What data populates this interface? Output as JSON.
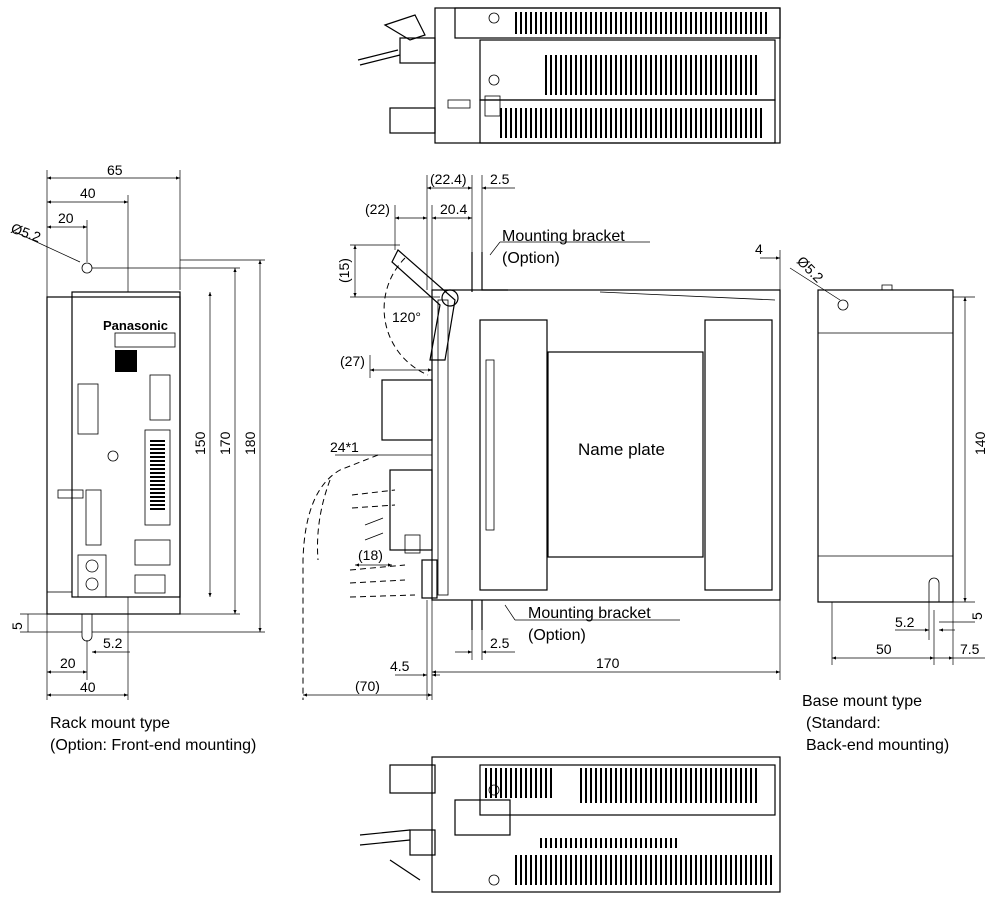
{
  "views": {
    "rack": {
      "dims": {
        "w65": "65",
        "w40": "40",
        "w20": "20",
        "hole": "Ø5.2",
        "h150": "150",
        "h170": "170",
        "h180": "180",
        "b5": "5",
        "b20": "20",
        "b52": "5.2",
        "b40": "40"
      },
      "caption1": "Rack mount type",
      "caption2": "(Option: Front-end mounting)",
      "brand": "Panasonic"
    },
    "side": {
      "dims": {
        "d224": "(22.4)",
        "d25t": "2.5",
        "d22": "(22)",
        "d204": "20.4",
        "d15": "(15)",
        "d120": "120°",
        "d27": "(27)",
        "d24": "24*1",
        "d18": "(18)",
        "d45": "4.5",
        "d25b": "2.5",
        "d170": "170",
        "d70": "(70)"
      },
      "bracket_top1": "Mounting bracket",
      "bracket_top2": "(Option)",
      "bracket_bot1": "Mounting bracket",
      "bracket_bot2": "(Option)",
      "nameplate": "Name plate"
    },
    "base": {
      "dims": {
        "d4": "4",
        "hole": "Ø5.2",
        "h140": "140",
        "d52": "5.2",
        "d5": "5",
        "d50": "50",
        "d75": "7.5"
      },
      "caption1": "Base mount type",
      "caption2": "(Standard:",
      "caption3": "Back-end mounting)"
    }
  }
}
